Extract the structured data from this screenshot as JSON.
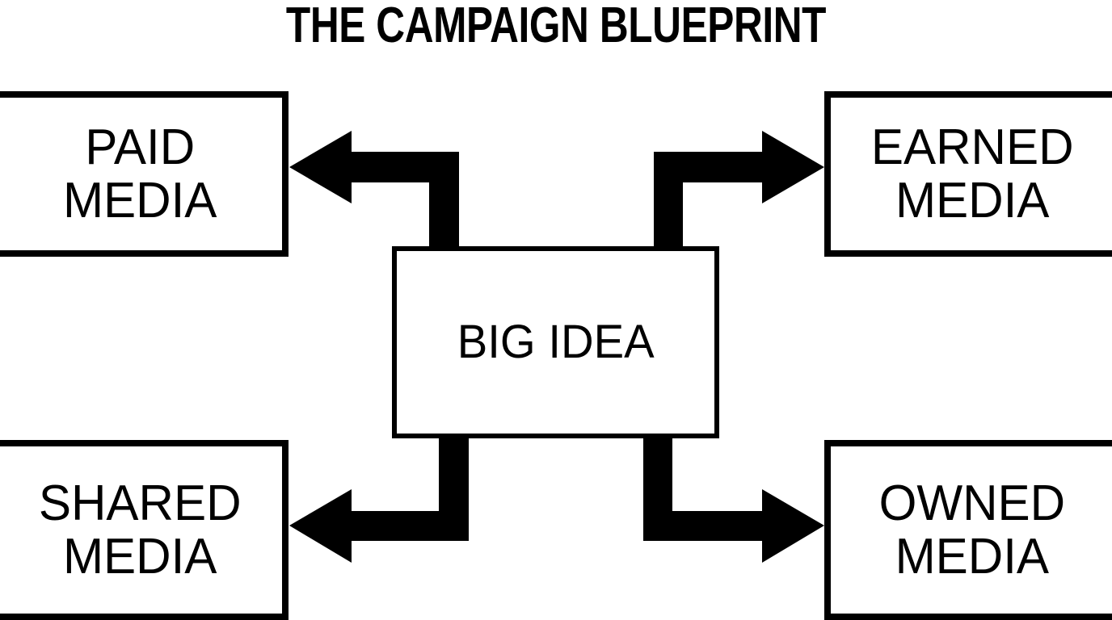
{
  "diagram": {
    "title": "THE CAMPAIGN BLUEPRINT",
    "type": "hub-and-spoke flow diagram",
    "background_color": "#FFFFFF",
    "line_color": "#000000",
    "center": {
      "label": "BIG IDEA"
    },
    "nodes": [
      {
        "id": "paid",
        "label": "PAID\nMEDIA",
        "position": "top-left"
      },
      {
        "id": "earned",
        "label": "EARNED\nMEDIA",
        "position": "top-right"
      },
      {
        "id": "shared",
        "label": "SHARED\nMEDIA",
        "position": "bottom-left"
      },
      {
        "id": "owned",
        "label": "OWNED\nMEDIA",
        "position": "bottom-right"
      }
    ],
    "connectors": [
      {
        "from": "BIG IDEA",
        "to": "PAID MEDIA",
        "style": "elbow-arrow",
        "direction": "up-then-left"
      },
      {
        "from": "BIG IDEA",
        "to": "EARNED MEDIA",
        "style": "elbow-arrow",
        "direction": "up-then-right"
      },
      {
        "from": "BIG IDEA",
        "to": "SHARED MEDIA",
        "style": "elbow-arrow",
        "direction": "down-then-left"
      },
      {
        "from": "BIG IDEA",
        "to": "OWNED MEDIA",
        "style": "elbow-arrow",
        "direction": "down-then-right"
      }
    ]
  }
}
